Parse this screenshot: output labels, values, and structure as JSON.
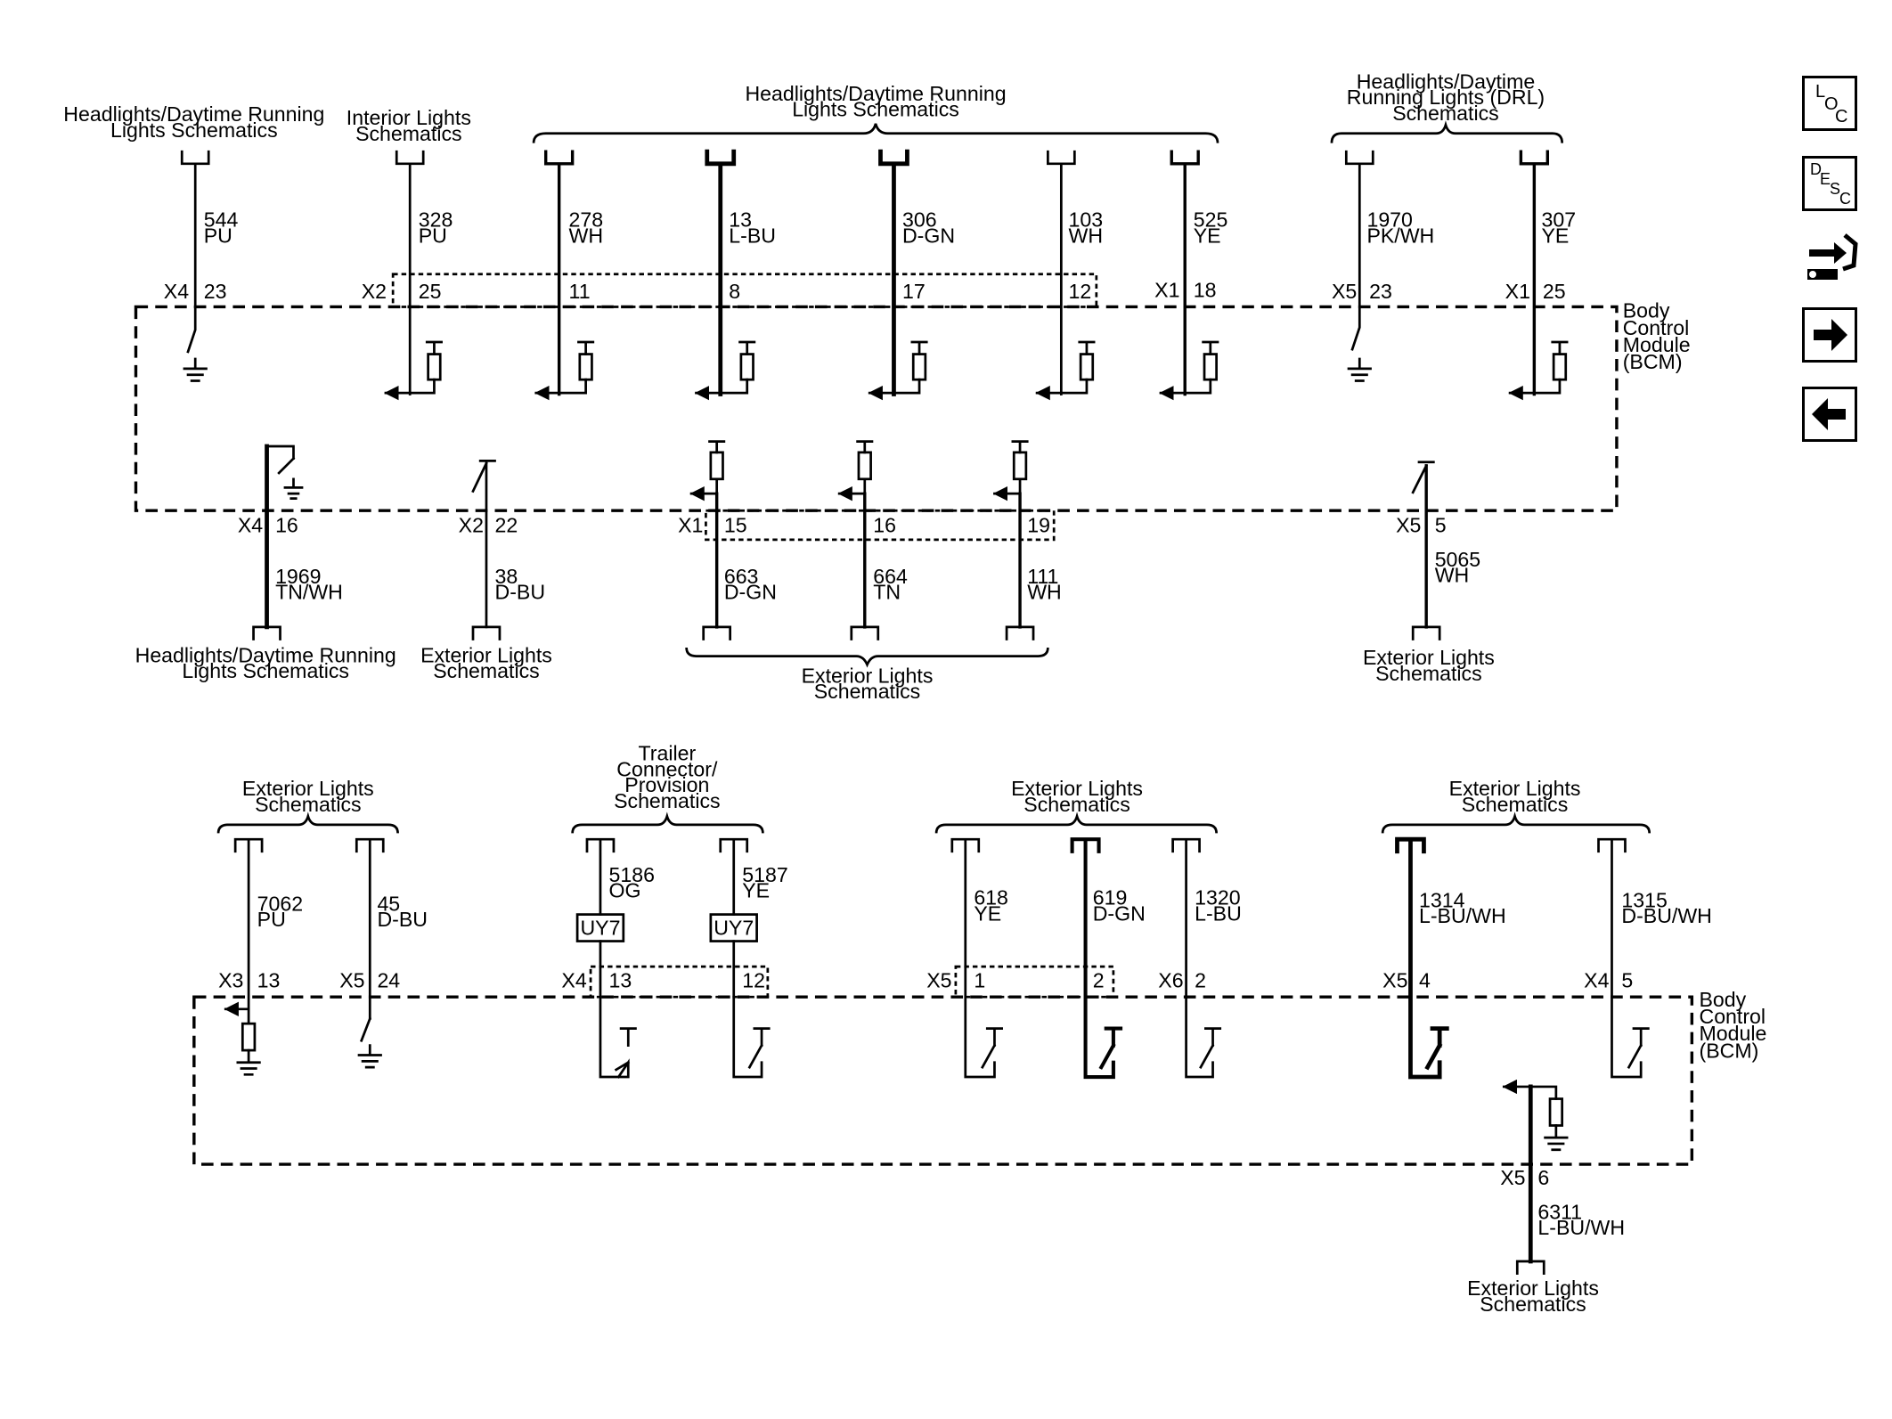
{
  "module": {
    "name_lines": [
      "Body",
      "Control",
      "Module",
      "(BCM)"
    ]
  },
  "nav": {
    "loc": {
      "letters": [
        "L",
        "O",
        "C"
      ]
    },
    "desc": {
      "letters": [
        "D",
        "E",
        "S",
        "C"
      ]
    }
  },
  "bus_labels": {
    "top_left_headlights": [
      "Headlights/Daytime Running",
      "Lights Schematics"
    ],
    "top_interior": [
      "Interior Lights",
      "Schematics"
    ],
    "top_center_headlights": [
      "Headlights/Daytime Running",
      "Lights Schematics"
    ],
    "top_right_drl": [
      "Headlights/Daytime",
      "Running Lights (DRL)",
      "Schematics"
    ],
    "mid_left_headlights": [
      "Headlights/Daytime Running",
      "Lights Schematics"
    ],
    "mid_ext_x2": [
      "Exterior Lights",
      "Schematics"
    ],
    "mid_ext_x1": [
      "Exterior Lights",
      "Schematics"
    ],
    "mid_ext_x5": [
      "Exterior Lights",
      "Schematics"
    ],
    "bot_ext_left": [
      "Exterior Lights",
      "Schematics"
    ],
    "bot_trailer": [
      "Trailer",
      "Connector/",
      "Provision",
      "Schematics"
    ],
    "bot_ext_center": [
      "Exterior Lights",
      "Schematics"
    ],
    "bot_ext_right": [
      "Exterior Lights",
      "Schematics"
    ],
    "bot_ext_bottom": [
      "Exterior Lights",
      "Schematics"
    ]
  },
  "top_circuits": [
    {
      "circuit": "544",
      "color": "PU",
      "connector": "X4",
      "pin": "23"
    },
    {
      "circuit": "328",
      "color": "PU",
      "connector": "X2",
      "pin": "25"
    },
    {
      "circuit": "278",
      "color": "WH",
      "connector": "",
      "pin": "11"
    },
    {
      "circuit": "13",
      "color": "L-BU",
      "connector": "",
      "pin": "8"
    },
    {
      "circuit": "306",
      "color": "D-GN",
      "connector": "",
      "pin": "17"
    },
    {
      "circuit": "103",
      "color": "WH",
      "connector": "",
      "pin": "12"
    },
    {
      "circuit": "525",
      "color": "YE",
      "connector": "X1",
      "pin": "18"
    },
    {
      "circuit": "1970",
      "color": "PK/WH",
      "connector": "X5",
      "pin": "23"
    },
    {
      "circuit": "307",
      "color": "YE",
      "connector": "X1",
      "pin": "25"
    }
  ],
  "mid_circuits": [
    {
      "circuit": "1969",
      "color": "TN/WH",
      "connector": "X4",
      "pin": "16"
    },
    {
      "circuit": "38",
      "color": "D-BU",
      "connector": "X2",
      "pin": "22"
    },
    {
      "circuit": "663",
      "color": "D-GN",
      "connector": "X1",
      "pin": "15"
    },
    {
      "circuit": "664",
      "color": "TN",
      "connector": "",
      "pin": "16"
    },
    {
      "circuit": "111",
      "color": "WH",
      "connector": "",
      "pin": "19"
    },
    {
      "circuit": "5065",
      "color": "WH",
      "connector": "X5",
      "pin": "5"
    }
  ],
  "bottom_circuits": [
    {
      "circuit": "7062",
      "color": "PU",
      "connector": "X3",
      "pin": "13"
    },
    {
      "circuit": "45",
      "color": "D-BU",
      "connector": "X5",
      "pin": "24"
    },
    {
      "circuit": "5186",
      "color": "OG",
      "connector": "X4",
      "pin": "13"
    },
    {
      "circuit": "5187",
      "color": "YE",
      "connector": "",
      "pin": "12"
    },
    {
      "circuit": "618",
      "color": "YE",
      "connector": "X5",
      "pin": "1"
    },
    {
      "circuit": "619",
      "color": "D-GN",
      "connector": "",
      "pin": "2"
    },
    {
      "circuit": "1320",
      "color": "L-BU",
      "connector": "X6",
      "pin": "2"
    },
    {
      "circuit": "1314",
      "color": "L-BU/WH",
      "connector": "X5",
      "pin": "4"
    },
    {
      "circuit": "1315",
      "color": "D-BU/WH",
      "connector": "X4",
      "pin": "5"
    },
    {
      "circuit": "6311",
      "color": "L-BU/WH",
      "connector": "X5",
      "pin": "6"
    }
  ],
  "components": {
    "uy7_a": "UY7",
    "uy7_b": "UY7"
  }
}
